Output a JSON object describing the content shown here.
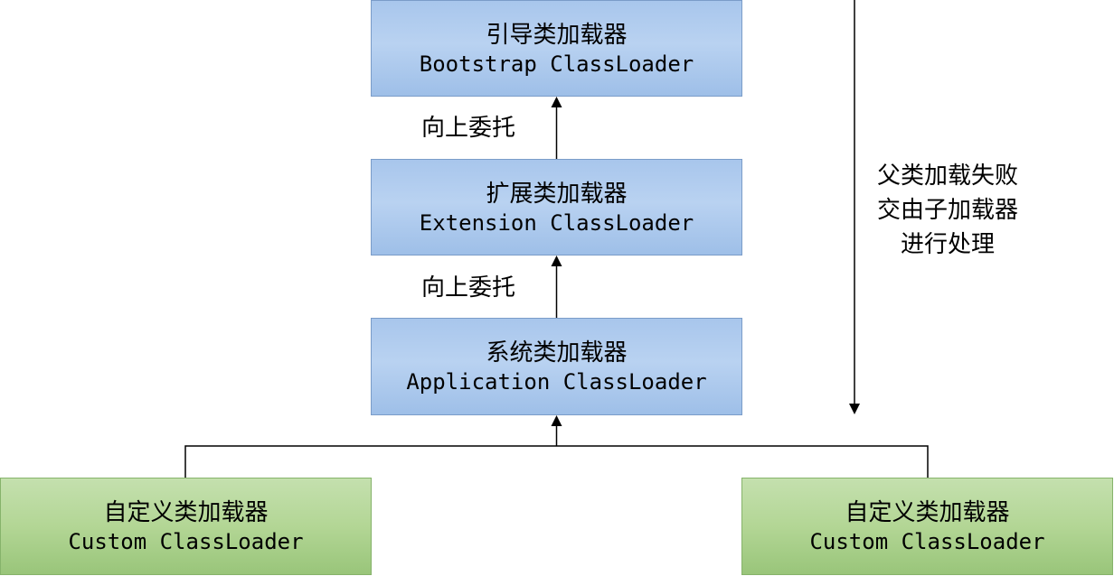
{
  "nodes": {
    "bootstrap": {
      "zh": "引导类加载器",
      "en": "Bootstrap ClassLoader"
    },
    "extension": {
      "zh": "扩展类加载器",
      "en": "Extension ClassLoader"
    },
    "application": {
      "zh": "系统类加载器",
      "en": "Application ClassLoader"
    },
    "custom_left": {
      "zh": "自定义类加载器",
      "en": "Custom ClassLoader"
    },
    "custom_right": {
      "zh": "自定义类加载器",
      "en": "Custom ClassLoader"
    }
  },
  "edges": {
    "ext_to_boot": "向上委托",
    "app_to_ext": "向上委托"
  },
  "side_note": {
    "lines": [
      "父类加载失败",
      "交由子加载器",
      "进行处理"
    ]
  },
  "colors": {
    "blue_fill": "#b3cdf0",
    "green_fill": "#b3d695",
    "line": "#000000"
  }
}
